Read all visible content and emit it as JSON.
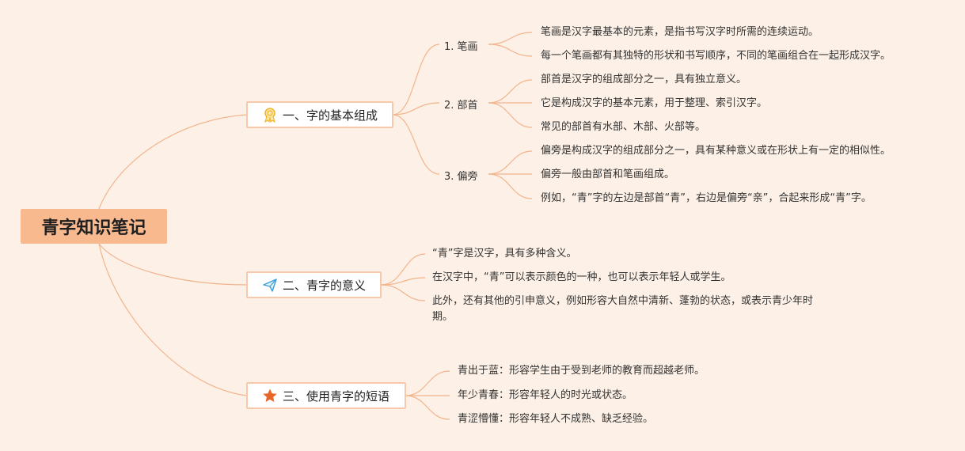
{
  "root": {
    "title": "青字知识笔记"
  },
  "branches": [
    {
      "label": "一、字的基本组成",
      "icon": "award-ribbon-icon",
      "subs": [
        {
          "label": "1. 笔画",
          "leaves": [
            "笔画是汉字最基本的元素，是指书写汉字时所需的连续运动。",
            "每一个笔画都有其独特的形状和书写顺序，不同的笔画组合在一起形成汉字。"
          ]
        },
        {
          "label": "2. 部首",
          "leaves": [
            "部首是汉字的组成部分之一，具有独立意义。",
            "它是构成汉字的基本元素，用于整理、索引汉字。",
            "常见的部首有水部、木部、火部等。"
          ]
        },
        {
          "label": "3. 偏旁",
          "leaves": [
            "偏旁是构成汉字的组成部分之一，具有某种意义或在形状上有一定的相似性。",
            "偏旁一般由部首和笔画组成。",
            "例如，“青”字的左边是部首“青”，右边是偏旁“亲”，合起来形成“青”字。"
          ]
        }
      ]
    },
    {
      "label": "二、青字的意义",
      "icon": "paper-plane-icon",
      "leaves": [
        "“青”字是汉字，具有多种含义。",
        "在汉字中，“青”可以表示颜色的一种，也可以表示年轻人或学生。",
        "此外，还有其他的引申意义，例如形容大自然中清新、蓬勃的状态，或表示青少年时期。"
      ]
    },
    {
      "label": "三、使用青字的短语",
      "icon": "star-icon",
      "leaves": [
        "青出于蓝：形容学生由于受到老师的教育而超越老师。",
        "年少青春：形容年轻人的时光或状态。",
        "青涩懵懂：形容年轻人不成熟、缺乏经验。"
      ]
    }
  ],
  "colors": {
    "background": "#fdf0e6",
    "root_fill": "#f8b98f",
    "line": "#f2b48d",
    "branch_border": "#f7c9aa"
  }
}
